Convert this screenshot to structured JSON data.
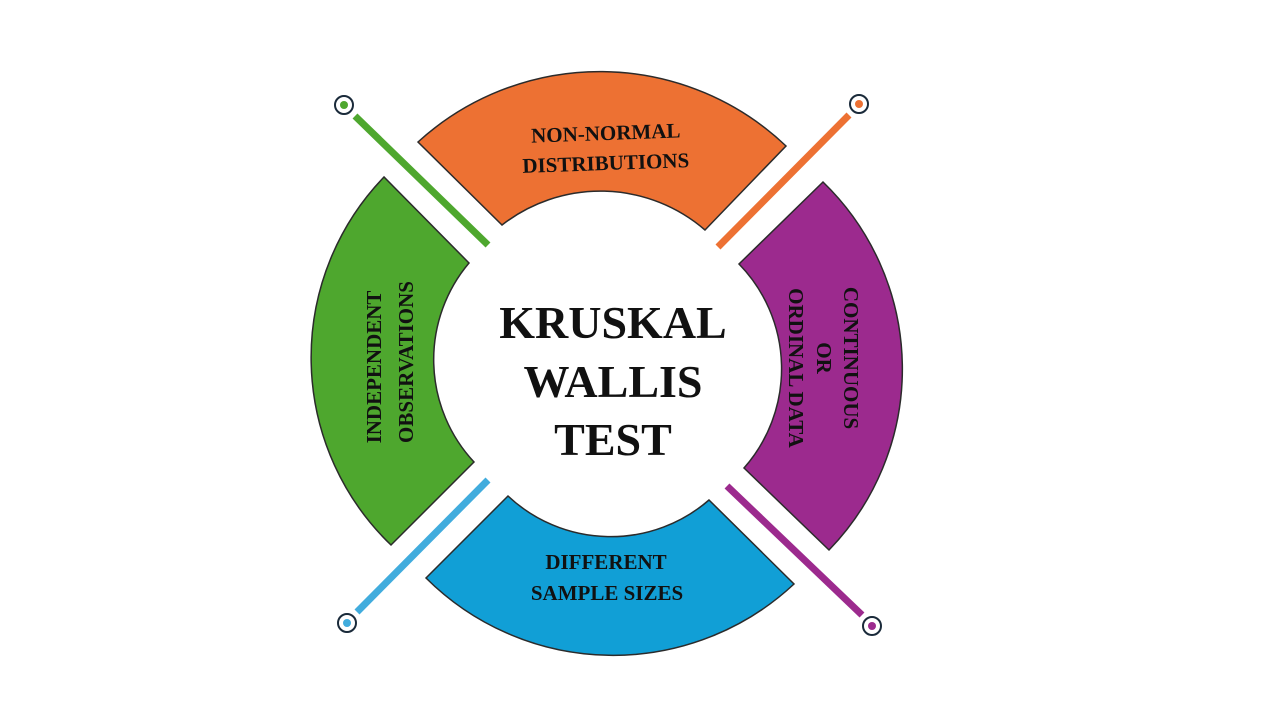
{
  "center": {
    "lines": [
      "KRUSKAL",
      "WALLIS",
      "TEST"
    ]
  },
  "segments": {
    "top": {
      "lines": [
        "NON-NORMAL",
        "DISTRIBUTIONS"
      ],
      "color": "#ED7133"
    },
    "right": {
      "lines": [
        "CONTINUOUS",
        "OR",
        "ORDINAL DATA"
      ],
      "color": "#9C2A8E"
    },
    "bottom": {
      "lines": [
        "DIFFERENT",
        "SAMPLE SIZES"
      ],
      "color": "#119FD6"
    },
    "left": {
      "lines": [
        "INDEPENDENT",
        "OBSERVATIONS"
      ],
      "color": "#4EA72E"
    }
  },
  "connectors": {
    "top_left": {
      "color": "#4EA72E"
    },
    "top_right": {
      "color": "#ED7133"
    },
    "bottom_left": {
      "color": "#41ACDD"
    },
    "bottom_right": {
      "color": "#9C2A8E"
    }
  }
}
